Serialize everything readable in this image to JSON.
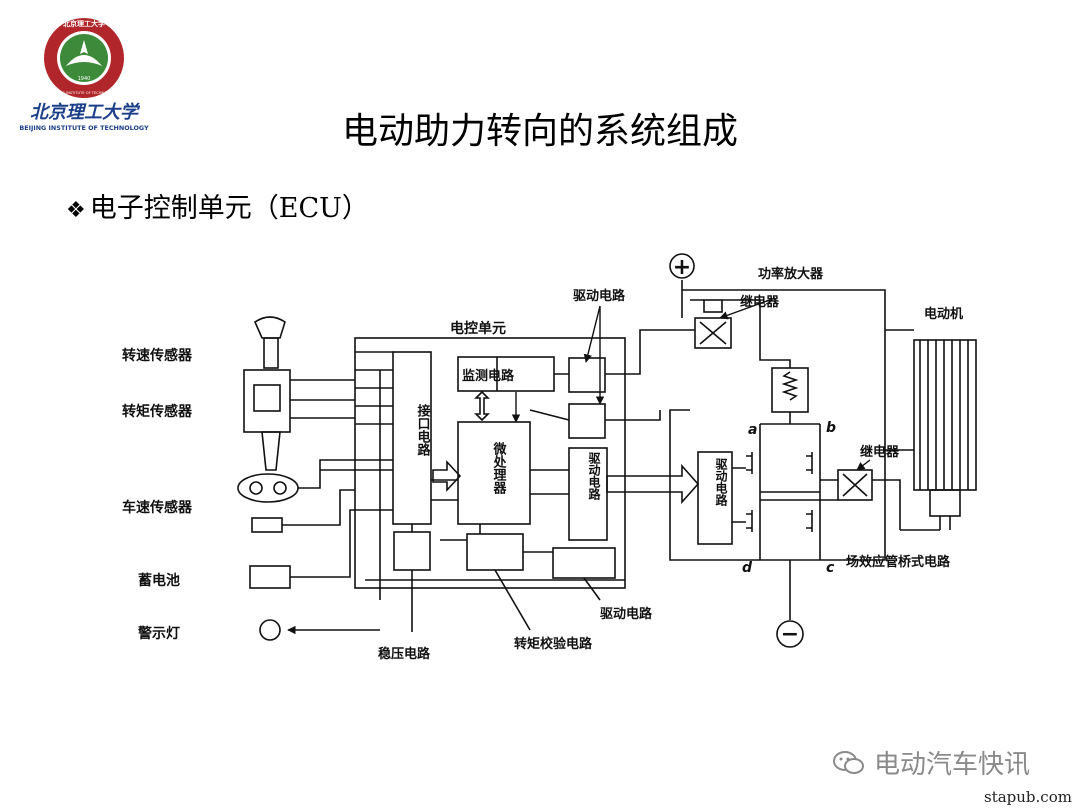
{
  "header": {
    "logo_ring_text": "北京理工大学",
    "logo_ring_sub": "BEIJING INSTITUTE OF TECHNOLOGY",
    "logo_year": "1940",
    "logo_name_cn": "北京理工大学",
    "logo_name_en": "BEIJING INSTITUTE OF TECHNOLOGY"
  },
  "title": "电动助力转向的系统组成",
  "bullet": {
    "mark": "❖",
    "text": "电子控制单元（ECU）"
  },
  "diagram": {
    "sensor_speed": "转速传感器",
    "sensor_torque": "转矩传感器",
    "sensor_vehicle": "车速传感器",
    "battery": "蓄电池",
    "warning_lamp": "警示灯",
    "ecu": "电控单元",
    "interface": "接口电路",
    "monitor": "监测电路",
    "cpu": "微处理器",
    "driver_inner": "驱动电路",
    "driver_top": "驱动电路",
    "driver_bottom": "驱动电路",
    "regulator": "稳压电路",
    "torque_check": "转矩校验电路",
    "power_amp": "功率放大器",
    "relay_top": "继电器",
    "relay_right": "继电器",
    "motor": "电动机",
    "bridge_driver": "驱动电路",
    "fet_bridge": "场效应管桥式电路",
    "plus": "+",
    "minus": "−",
    "node_a": "a",
    "node_b": "b",
    "node_c": "c",
    "node_d": "d"
  },
  "watermark": {
    "icon": "wechat-icon",
    "text": "电动汽车快讯"
  },
  "site": "stapub.com",
  "colors": {
    "logo_red": "#b0262a",
    "logo_green": "#3d8a3a",
    "logo_blue": "#1c3f8a"
  }
}
